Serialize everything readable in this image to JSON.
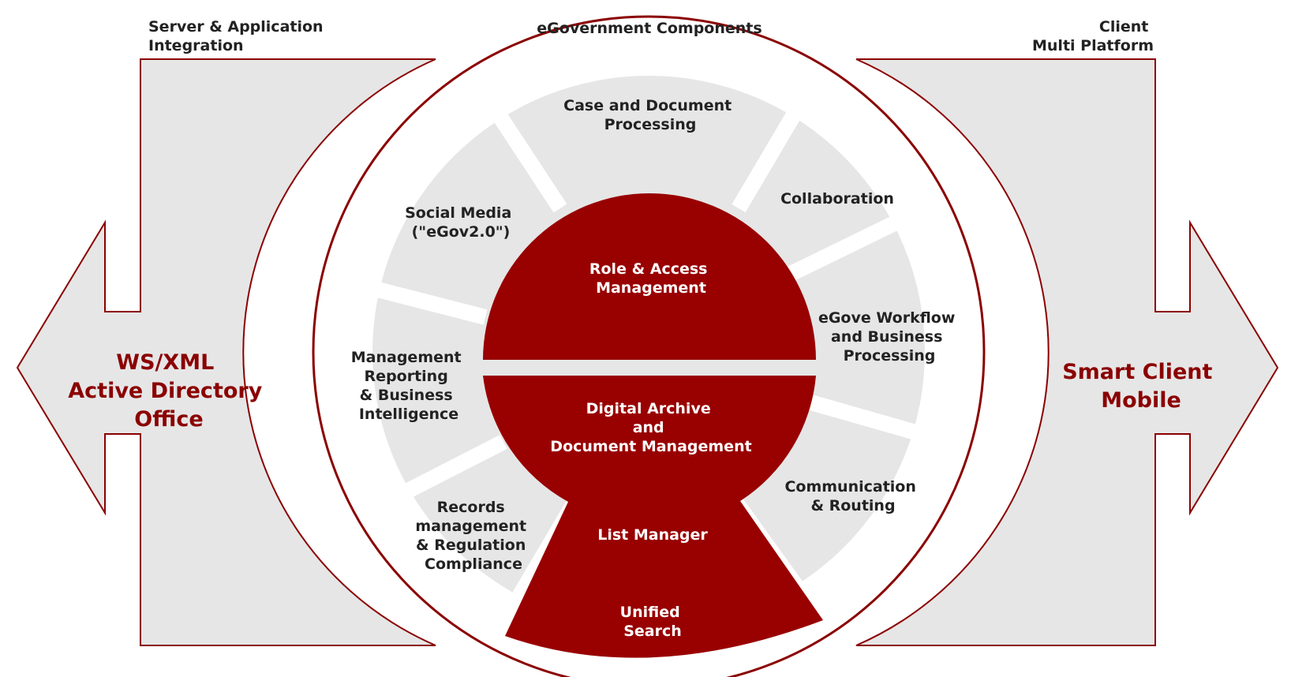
{
  "headers": {
    "left": [
      "Server & Application",
      "Integration"
    ],
    "center": "eGovernment Components",
    "right": [
      "Client",
      "Multi Platform"
    ]
  },
  "left_arrow": {
    "lines": [
      "WS/XML",
      "Active Directory",
      "Office"
    ]
  },
  "right_arrow": {
    "lines": [
      "Smart Client",
      "Mobile"
    ]
  },
  "segments": {
    "case_document": [
      "Case and Document",
      "Processing"
    ],
    "collaboration": [
      "Collaboration"
    ],
    "workflow": [
      "eGove Workflow",
      "and Business",
      "Processing"
    ],
    "communication": [
      "Communication",
      "& Routing"
    ],
    "records": [
      "Records",
      "management",
      "& Regulation",
      "Compliance"
    ],
    "management_reporting": [
      "Management",
      "Reporting",
      "& Business",
      "Intelligence"
    ],
    "social_media": [
      "Social Media",
      "(\"eGov2.0\")"
    ]
  },
  "core": {
    "role_access": [
      "Role & Access",
      "Management"
    ],
    "digital_archive": [
      "Digital Archive",
      "and",
      "Document Management"
    ],
    "list_manager": [
      "List Manager"
    ],
    "unified_search": [
      "Unified",
      "Search"
    ]
  },
  "colors": {
    "accent": "#8b0000",
    "panel": "#e6e6e6",
    "text": "#222222"
  }
}
